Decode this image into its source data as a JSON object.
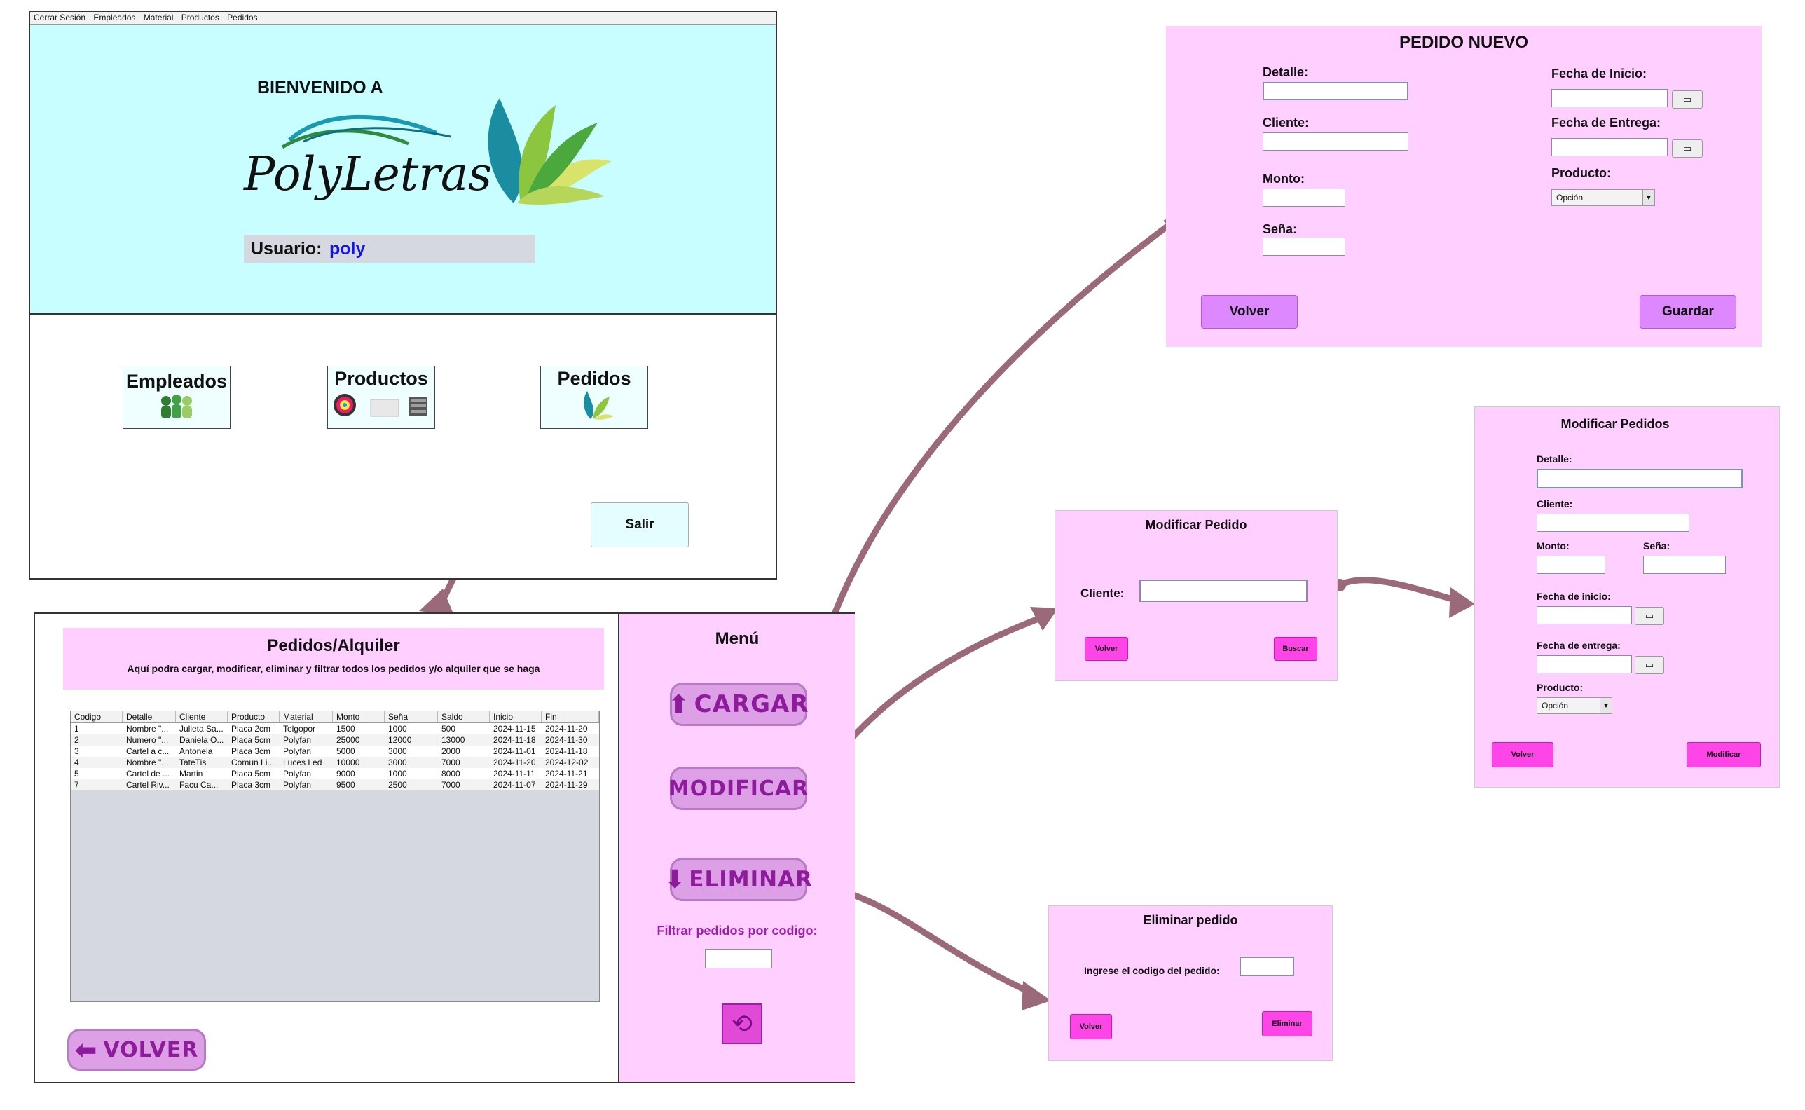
{
  "main_window": {
    "menubar": [
      "Cerrar Sesión",
      "Empleados",
      "Material",
      "Productos",
      "Pedidos"
    ],
    "welcome": "BIENVENIDO A",
    "logo_text": "PolyLetras",
    "user_label": "Usuario:",
    "user_value": "poly",
    "tiles": [
      "Empleados",
      "Productos",
      "Pedidos"
    ],
    "exit_button": "Salir"
  },
  "pedidos_window": {
    "title": "Pedidos/Alquiler",
    "subtitle": "Aquí podra cargar, modificar, eliminar y filtrar todos los pedidos y/o alquiler que se haga",
    "columns": [
      "Codigo",
      "Detalle",
      "Cliente",
      "Producto",
      "Material",
      "Monto",
      "Seña",
      "Saldo",
      "Inicio",
      "Fin"
    ],
    "rows": [
      [
        "1",
        "Nombre \"...",
        "Julieta Sa...",
        "Placa 2cm",
        "Telgopor",
        "1500",
        "1000",
        "500",
        "2024-11-15",
        "2024-11-20"
      ],
      [
        "2",
        "Numero \"...",
        "Daniela O...",
        "Placa 5cm",
        "Polyfan",
        "25000",
        "12000",
        "13000",
        "2024-11-18",
        "2024-11-30"
      ],
      [
        "3",
        "Cartel a c...",
        "Antonela",
        "Placa 3cm",
        "Polyfan",
        "5000",
        "3000",
        "2000",
        "2024-11-01",
        "2024-11-18"
      ],
      [
        "4",
        "Nombre \"...",
        "TateTis",
        "Comun Li...",
        "Luces Led",
        "10000",
        "3000",
        "7000",
        "2024-11-20",
        "2024-12-02"
      ],
      [
        "5",
        "Cartel de ...",
        "Martin",
        "Placa 5cm",
        "Polyfan",
        "9000",
        "1000",
        "8000",
        "2024-11-11",
        "2024-11-21"
      ],
      [
        "7",
        "Cartel Riv...",
        "Facu Ca...",
        "Placa 3cm",
        "Polyfan",
        "9500",
        "2500",
        "7000",
        "2024-11-07",
        "2024-11-29"
      ]
    ],
    "back_button": "VOLVER",
    "menu_title": "Menú",
    "load_button": "CARGAR",
    "modify_button": "MODIFICAR",
    "delete_button": "ELIMINAR",
    "filter_label": "Filtrar pedidos por codigo:"
  },
  "nuevo_pedido": {
    "title": "PEDIDO NUEVO",
    "detalle": "Detalle:",
    "cliente": "Cliente:",
    "monto": "Monto:",
    "sena": "Seña:",
    "fecha_inicio": "Fecha de Inicio:",
    "fecha_entrega": "Fecha de Entrega:",
    "producto": "Producto:",
    "producto_option": "Opción",
    "back": "Volver",
    "save": "Guardar"
  },
  "modificar_pedido": {
    "title": "Modificar Pedido",
    "cliente": "Cliente:",
    "back": "Volver",
    "search": "Buscar"
  },
  "modificar_pedidos": {
    "title": "Modificar Pedidos",
    "detalle": "Detalle:",
    "cliente": "Cliente:",
    "monto": "Monto:",
    "sena": "Seña:",
    "fecha_inicio": "Fecha de inicio:",
    "fecha_entrega": "Fecha de entrega:",
    "producto": "Producto:",
    "producto_option": "Opción",
    "back": "Volver",
    "modify": "Modificar"
  },
  "eliminar_pedido": {
    "title": "Eliminar pedido",
    "prompt": "Ingrese el codigo del pedido:",
    "back": "Volver",
    "delete": "Eliminar"
  },
  "colors": {
    "header_bg": "#c8feff",
    "pink_panel": "#ffd0ff",
    "arrow": "#9a6a7a",
    "magenta_button": "#ff44e8",
    "violet_button": "#dd88ff"
  }
}
